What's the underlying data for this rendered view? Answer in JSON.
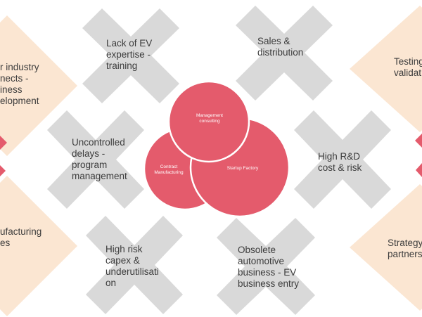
{
  "colors": {
    "gray_tile": "#d9d9d9",
    "peach_tile": "#fbe6d2",
    "accent_red": "#e45b6c",
    "circle_stroke": "#ffffff",
    "text": "#3c3c3c"
  },
  "tiles": {
    "lack_of_ev_expertise": "Lack of EV\nexpertise -\ntraining",
    "sales_distribution": "Sales &\ndistribution",
    "uncontrolled_delays": "Uncontrolled\ndelays -\nprogram\nmanagement",
    "high_rnd_cost": "High R&D\ncost & risk",
    "high_risk_capex": "High risk\ncapex &\nunderutilisati\non",
    "obsolete_automotive": "Obsolete\nautomotive\nbusiness - EV\nbusiness entry",
    "industry_connects": "r industry\nnects -\niness\nelopment",
    "manufacturing": "ufacturing\nes",
    "testing_validation": "Testing\nvalidat",
    "strategy_partners": "Strategy\npartners"
  },
  "circles": {
    "management_consulting": "Management\nconsulting",
    "contract_manufacturing": "Contract\nManufacturing",
    "startup_factory": "Startup Factory"
  }
}
